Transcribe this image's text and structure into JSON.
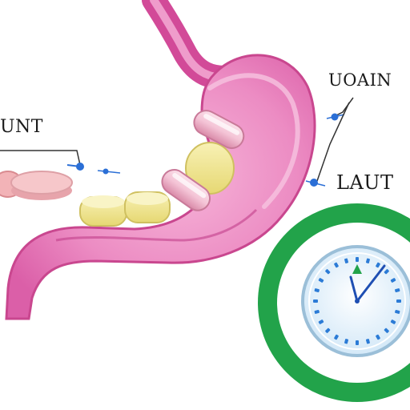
{
  "labels": {
    "left": "UNT",
    "top_right": "UOAIN",
    "right": "LAUT"
  },
  "icons": [
    "stomach-illustration",
    "pill-icon",
    "tablet-icon",
    "capsule-icon",
    "clock-icon"
  ],
  "colors": {
    "stomach": "#e46ab4",
    "stomach_light": "#f3a8d3",
    "esophagus": "#d9549f",
    "pill_yellow": "#efe79a",
    "capsule_pink": "#f2c0d4",
    "pointer_blue": "#2b6fd6",
    "clock_ring": "#22a34a",
    "clock_face": "#e4f1fb"
  }
}
